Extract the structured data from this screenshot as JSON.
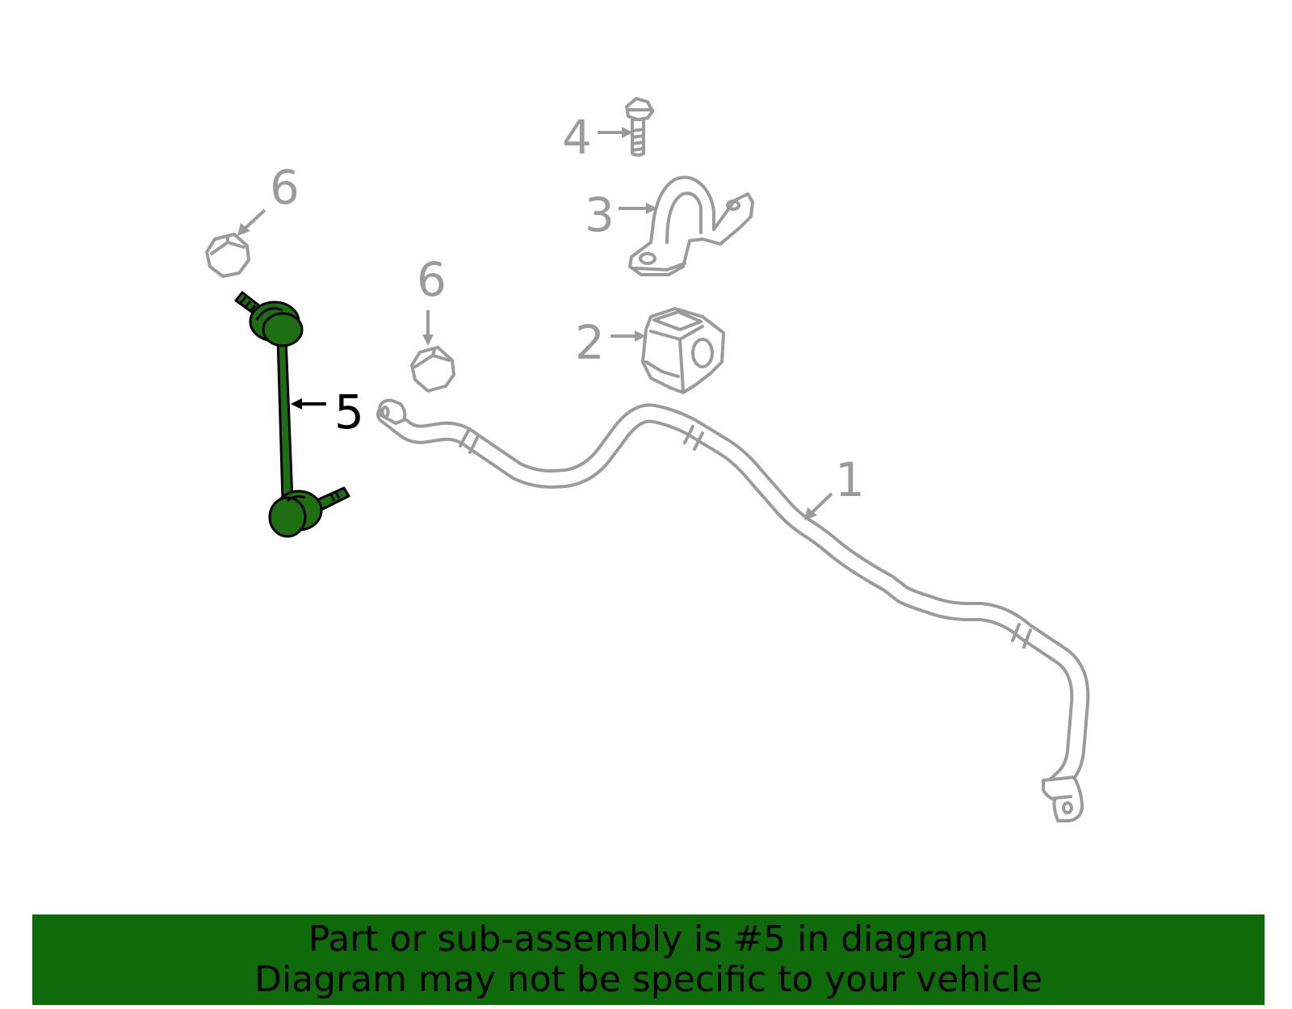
{
  "diagram": {
    "callouts": {
      "part_1": "1",
      "part_2": "2",
      "part_3": "3",
      "part_4": "4",
      "part_5": "5",
      "part_6_left": "6",
      "part_6_center": "6"
    },
    "highlighted_part": "5",
    "colors": {
      "outline_grey": "#9b9b9b",
      "highlight_green": "#1e6e14",
      "banner_green": "#0f6b09"
    }
  },
  "banner": {
    "line1": "Part or sub-assembly is #5 in diagram",
    "line2": "Diagram may not be specific to your vehicle"
  }
}
